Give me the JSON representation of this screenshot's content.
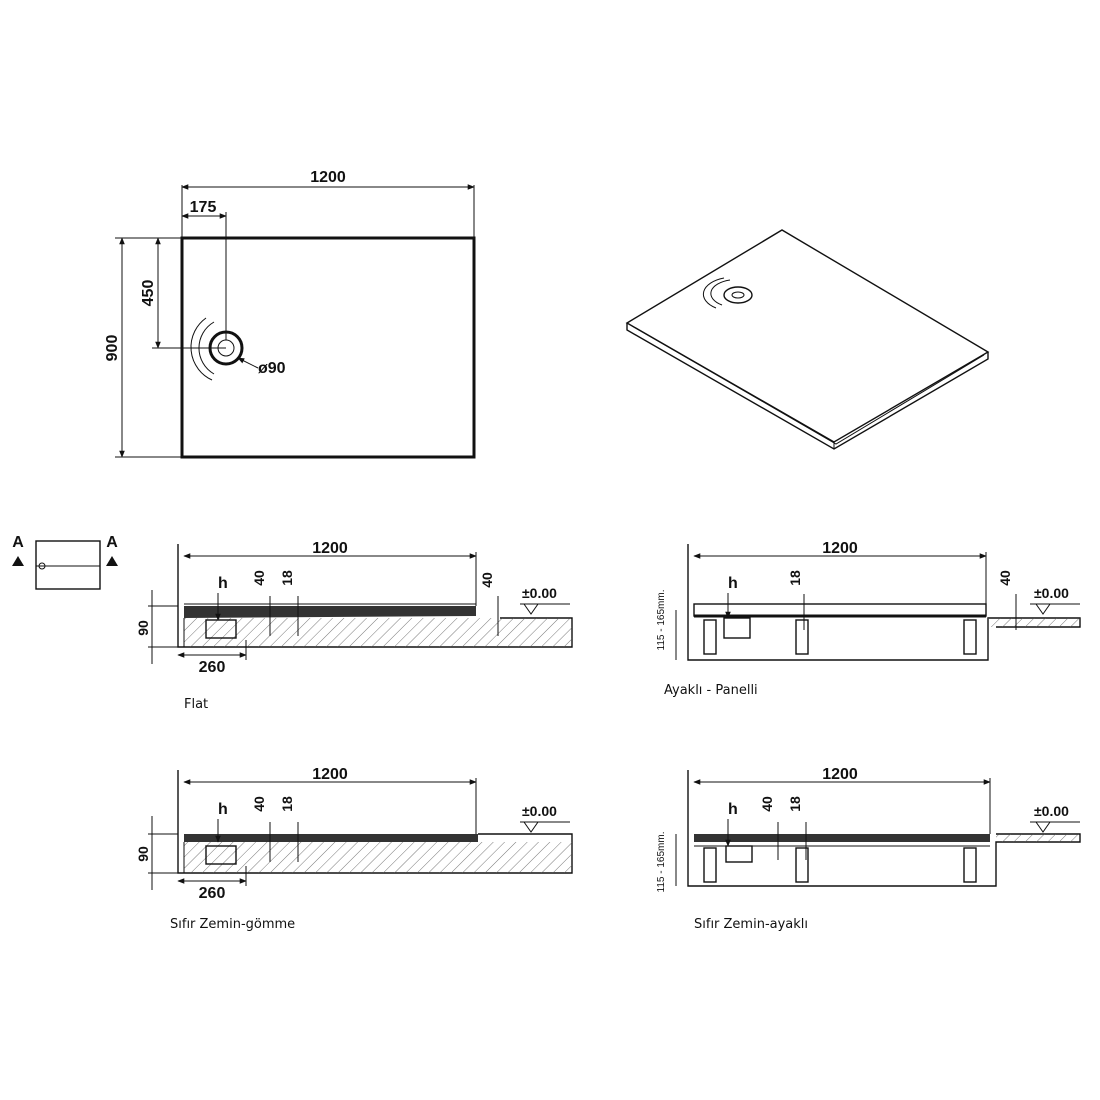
{
  "top_view": {
    "width": "1200",
    "depth": "900",
    "drain_offset_x": "175",
    "drain_offset_y": "450",
    "drain_diameter": "ø90"
  },
  "section_marker": {
    "left": "A",
    "right": "A"
  },
  "sections": {
    "flat": {
      "caption": "Flat",
      "length": "1200",
      "h": "h",
      "d40": "40",
      "d18": "18",
      "d40_end": "40",
      "level": "±0.00",
      "depth": "90",
      "drain_len": "260"
    },
    "panelli": {
      "caption": "Ayaklı - Panelli",
      "length": "1200",
      "h": "h",
      "d18": "18",
      "d40_end": "40",
      "level": "±0.00",
      "leg_range": "115 - 165mm."
    },
    "gomme": {
      "caption": "Sıfır Zemin-gömme",
      "length": "1200",
      "h": "h",
      "d40": "40",
      "d18": "18",
      "level": "±0.00",
      "depth": "90",
      "drain_len": "260"
    },
    "zemin_ayakli": {
      "caption": "Sıfır Zemin-ayaklı",
      "length": "1200",
      "h": "h",
      "d40": "40",
      "d18": "18",
      "level": "±0.00",
      "leg_range": "115 - 165mm."
    }
  }
}
